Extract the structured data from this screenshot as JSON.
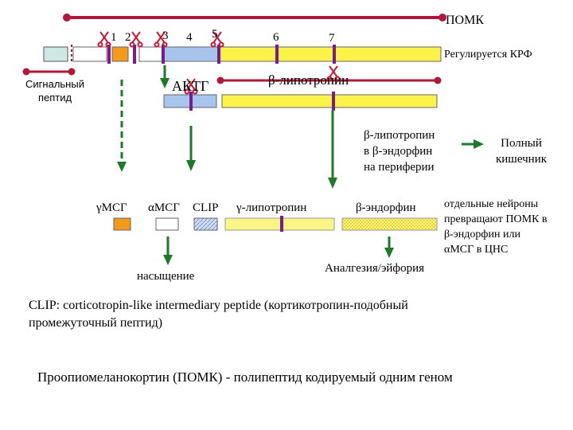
{
  "pomc_label": "ПОМК",
  "crf_label": "Регулируется КРФ",
  "signal_peptide": {
    "line1": "Сигнальный",
    "line2": "пептид"
  },
  "cleavage_site_numbers": [
    "1",
    "2",
    "3",
    "4",
    "5",
    "6",
    "7"
  ],
  "acth_label": "АКТГ",
  "beta_lph_top_label": "β-липотропин",
  "periphery_note": {
    "line1": "β-липотропин",
    "line2": "в β-эндорфин",
    "line3": "на периферии"
  },
  "gut_note": {
    "line1": "Полный",
    "line2": "кишечник"
  },
  "products": {
    "gamma_msh": "γМСГ",
    "alpha_msh": "αМСГ",
    "clip": "CLIP",
    "gamma_lph": "γ-липотропин",
    "beta_endorphin": "β-эндорфин"
  },
  "cns_note": {
    "line1": "отдельные нейроны",
    "line2": "превращают ПОМК в",
    "line3": "β-эндорфин или",
    "line4": "αМСГ в ЦНС"
  },
  "satiety_label": "насыщение",
  "analgesia_label": "Аналгезия/эйфория",
  "clip_definition": {
    "line1": "CLIP: corticotropin-like intermediary peptide (кортикотропин-подобный",
    "line2": "промежуточный пептид)"
  },
  "footer": "Проопиомеланокортин (ПОМК) - полипептид кодируемый одним геном",
  "colors": {
    "bracket": "#b0183c",
    "purple_mark": "#7a1d8c",
    "green_arrow": "#1e7a2a",
    "signal_box": "#cfe8e4",
    "orange_box": "#f39a1c",
    "blue_box": "#a6c4ec",
    "yellow_box": "#fbf24a",
    "scissors": "#c01b38"
  },
  "icons": [
    "scissors-icon",
    "arrow-down-icon",
    "arrow-right-icon"
  ]
}
